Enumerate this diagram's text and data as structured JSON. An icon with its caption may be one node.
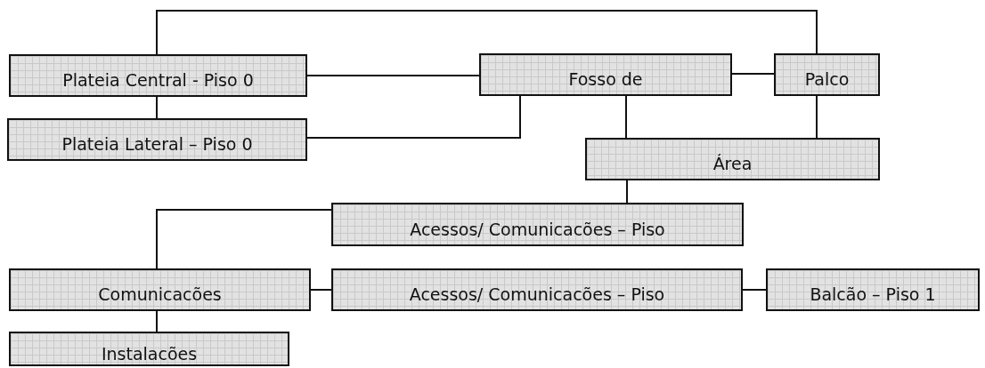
{
  "diagram": {
    "nodes": [
      {
        "text": [
          "Plateia Central - Piso 0"
        ]
      },
      {
        "text": [
          "Plateia Lateral – Piso 0"
        ]
      },
      {
        "text": [
          "Fosso de"
        ]
      },
      {
        "text": [
          "Palco"
        ]
      },
      {
        "text": [
          "Área"
        ]
      },
      {
        "text": [
          "Acessos/ Comunicacões – Piso"
        ]
      },
      {
        "text": [
          "Comunicacões"
        ]
      },
      {
        "text": [
          "Acessos/ Comunicacões – Piso"
        ]
      },
      {
        "text": [
          "Balcão – Piso 1"
        ]
      },
      {
        "text": [
          "Instalacões"
        ]
      }
    ],
    "edges": [
      {
        "from": 0,
        "to": 3,
        "arrow": "none"
      },
      {
        "from": 0,
        "to": 2,
        "arrow": "none"
      },
      {
        "from": 0,
        "to": 1,
        "arrow": "none"
      },
      {
        "from": 1,
        "to": 2,
        "arrow": "none"
      },
      {
        "from": 2,
        "to": 3,
        "arrow": "none"
      },
      {
        "from": 2,
        "to": 4,
        "arrow": "none"
      },
      {
        "from": 3,
        "to": 4,
        "arrow": "none"
      },
      {
        "from": 4,
        "to": 5,
        "arrow": "none"
      },
      {
        "from": 5,
        "to": 6,
        "arrow": "none"
      },
      {
        "from": 6,
        "to": 7,
        "arrow": "none"
      },
      {
        "from": 7,
        "to": 8,
        "arrow": "none"
      },
      {
        "from": 6,
        "to": 9,
        "arrow": "none"
      }
    ]
  }
}
